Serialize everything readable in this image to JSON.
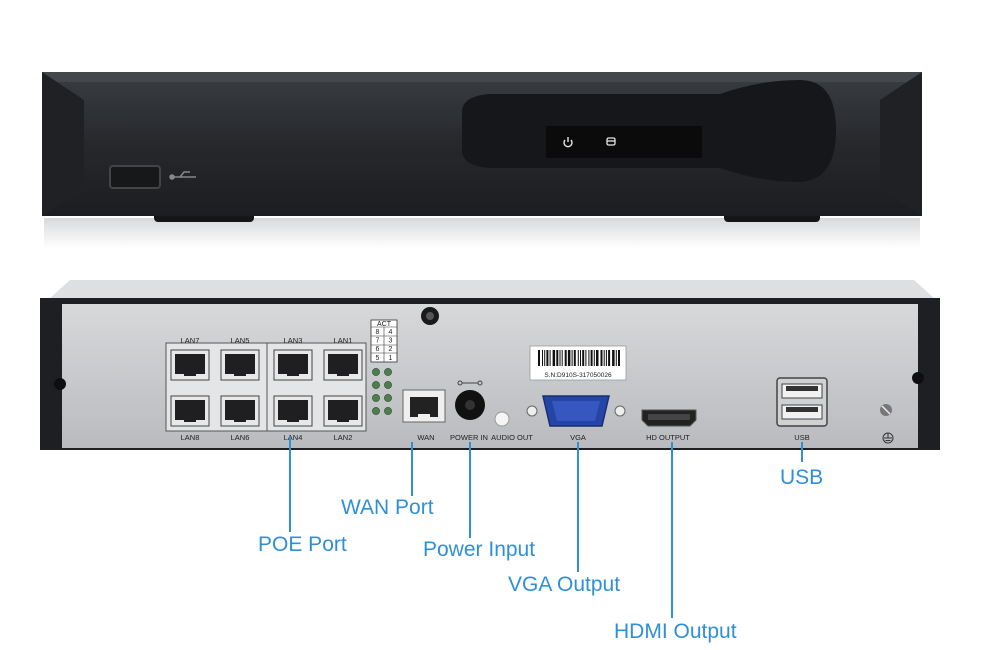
{
  "front_panel": {
    "icons": [
      "power-icon",
      "hdd-icon",
      "usb-icon"
    ]
  },
  "rear_panel": {
    "act_table": {
      "header": "ACT",
      "rows": [
        [
          "8",
          "4"
        ],
        [
          "7",
          "3"
        ],
        [
          "6",
          "2"
        ],
        [
          "5",
          "1"
        ]
      ]
    },
    "lan_top": [
      "LAN7",
      "LAN5",
      "LAN3",
      "LAN1"
    ],
    "lan_bottom": [
      "LAN8",
      "LAN6",
      "LAN4",
      "LAN2"
    ],
    "port_labels": {
      "wan": "WAN",
      "power": "POWER IN",
      "audio": "AUDIO OUT",
      "vga": "VGA",
      "hdmi": "HD OUTPUT",
      "usb": "USB"
    },
    "serial_label": "S.N:D910S-317050026"
  },
  "callouts": {
    "poe": "POE Port",
    "wan": "WAN Port",
    "power": "Power Input",
    "vga": "VGA Output",
    "hdmi": "HDMI Output",
    "usb": "USB"
  },
  "colors": {
    "callout_blue": "#2f8fd8",
    "chassis_dark": "#2a2c30",
    "rear_plate": "#c9cbce"
  }
}
